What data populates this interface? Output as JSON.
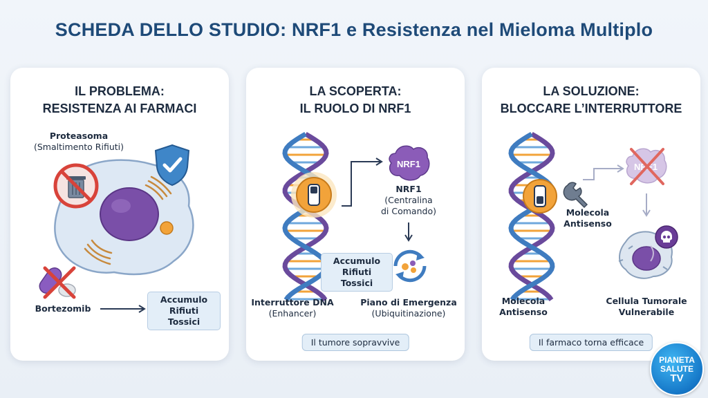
{
  "title": "SCHEDA DELLO STUDIO: NRF1 e Resistenza nel Mieloma Multiplo",
  "panels": [
    {
      "title_line1": "IL PROBLEMA:",
      "title_line2": "RESISTENZA AI FARMACI",
      "proteasome_label": "Proteasoma",
      "proteasome_sublabel": "(Smaltimento Rifiuti)",
      "drug_label": "Bortezomib",
      "result_line1": "Accumulo",
      "result_line2": "Rifiuti Tossici"
    },
    {
      "title_line1": "LA SCOPERTA:",
      "title_line2": "IL RUOLO DI NRF1",
      "nrf1_blob": "NRF1",
      "nrf1_label": "NRF1",
      "nrf1_sub1": "(Centralina",
      "nrf1_sub2": "di Comando)",
      "waste_line1": "Accumulo",
      "waste_line2": "Rifiuti Tossici",
      "switch_label": "Interruttore DNA",
      "switch_sublabel": "(Enhancer)",
      "plan_label": "Piano di Emergenza",
      "plan_sublabel": "(Ubiquitinazione)",
      "outcome": "Il tumore sopravvive"
    },
    {
      "title_line1": "LA SOLUZIONE:",
      "title_line2": "BLOCCARE L’INTERRUTTORE",
      "nrf1_blob": "NRF1",
      "antisense_line1": "Molecola",
      "antisense_line2": "Antisenso",
      "bottom_left_line1": "Molecola",
      "bottom_left_line2": "Antisenso",
      "cell_line1": "Cellula Tumorale",
      "cell_line2": "Vulnerabile",
      "outcome": "Il farmaco torna efficace"
    }
  ],
  "logo": {
    "line1": "PIANETA",
    "line2": "SALUTE",
    "line3": "TV"
  },
  "colors": {
    "title": "#1e4a78",
    "dna_purple": "#6a4a9c",
    "dna_blue": "#3f7cc0",
    "accent_orange": "#f2a33a",
    "prohibit_red": "#d8433a",
    "nrf1_purple": "#8b5cb8",
    "box_fill": "#e3eef8"
  }
}
